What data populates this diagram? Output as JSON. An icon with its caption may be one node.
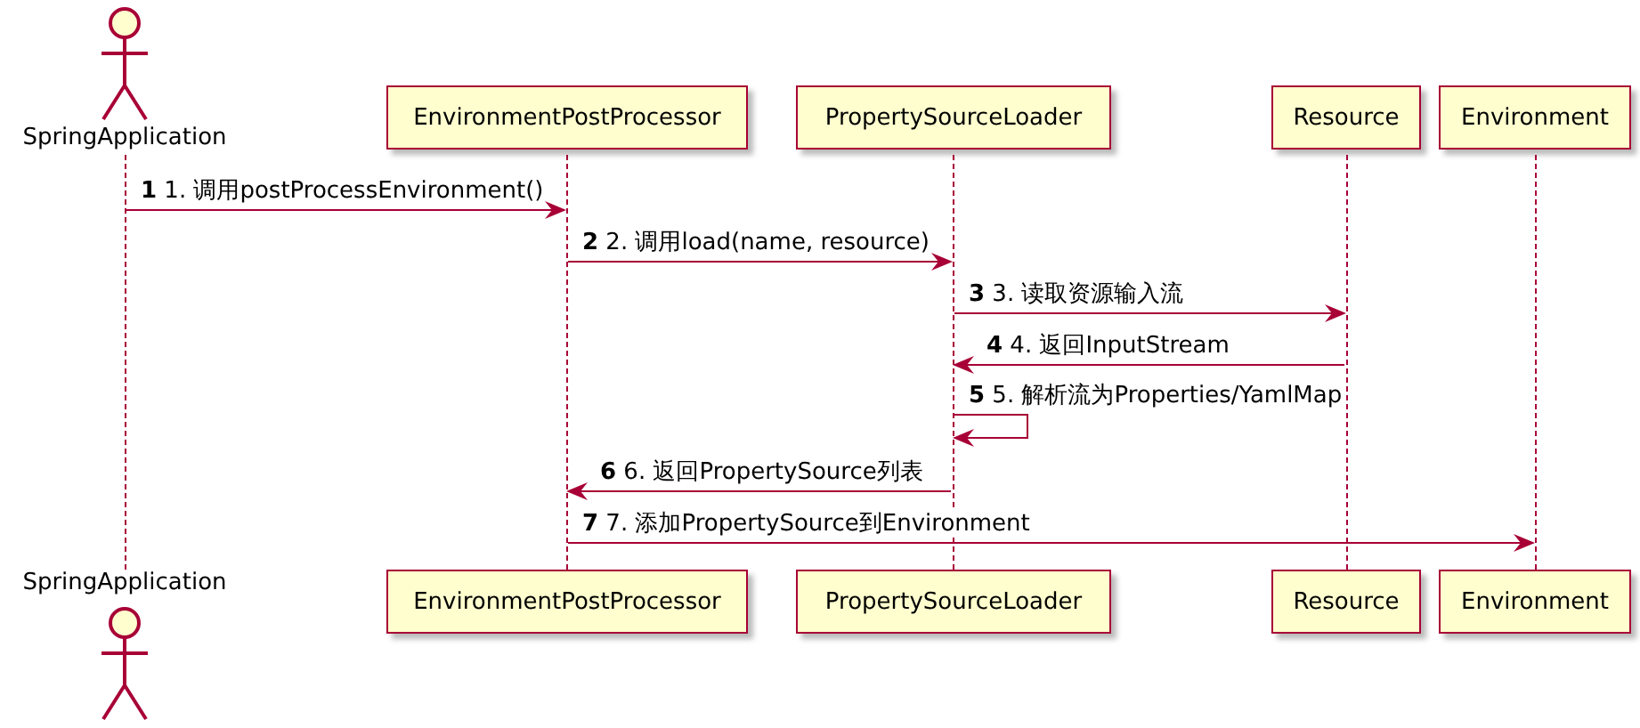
{
  "diagram": {
    "nodes": [
      {
        "text": [
          "SpringApplication"
        ]
      },
      {
        "text": [
          "EnvironmentPostProcessor"
        ]
      },
      {
        "text": [
          "PropertySourceLoader"
        ]
      },
      {
        "text": [
          "Resource"
        ]
      },
      {
        "text": [
          "Environment"
        ]
      },
      {
        "text": [],
        "shape": "line"
      },
      {
        "text": [],
        "shape": "line"
      },
      {
        "text": [],
        "shape": "line"
      },
      {
        "text": [],
        "shape": "line"
      },
      {
        "text": [],
        "shape": "line"
      },
      {
        "text": [
          "SpringApplication"
        ]
      },
      {
        "text": [
          "EnvironmentPostProcessor"
        ]
      },
      {
        "text": [
          "PropertySourceLoader"
        ]
      },
      {
        "text": [
          "Resource"
        ]
      },
      {
        "text": [
          "Environment"
        ]
      }
    ],
    "edges": [
      {
        "from": 5,
        "to": 6,
        "arrow": "to",
        "label": "**1** 1. 调用postProcessEnvironment()"
      },
      {
        "from": 6,
        "to": 7,
        "arrow": "to",
        "label": "**2** 2. 调用load(name, resource)"
      },
      {
        "from": 7,
        "to": 8,
        "arrow": "to",
        "label": "**3** 3. 读取资源输入流"
      },
      {
        "from": 8,
        "to": 7,
        "arrow": "to",
        "label": "**4** 4. 返回InputStream"
      },
      {
        "from": 7,
        "to": 7,
        "arrow": "to",
        "label": "**5** 5. 解析流为Properties/YamlMap"
      },
      {
        "from": 7,
        "to": 6,
        "arrow": "to",
        "label": "**6** 6. 返回PropertySource列表"
      },
      {
        "from": 6,
        "to": 9,
        "arrow": "to",
        "label": "**7** 7. 添加PropertySource到Environment"
      }
    ]
  }
}
